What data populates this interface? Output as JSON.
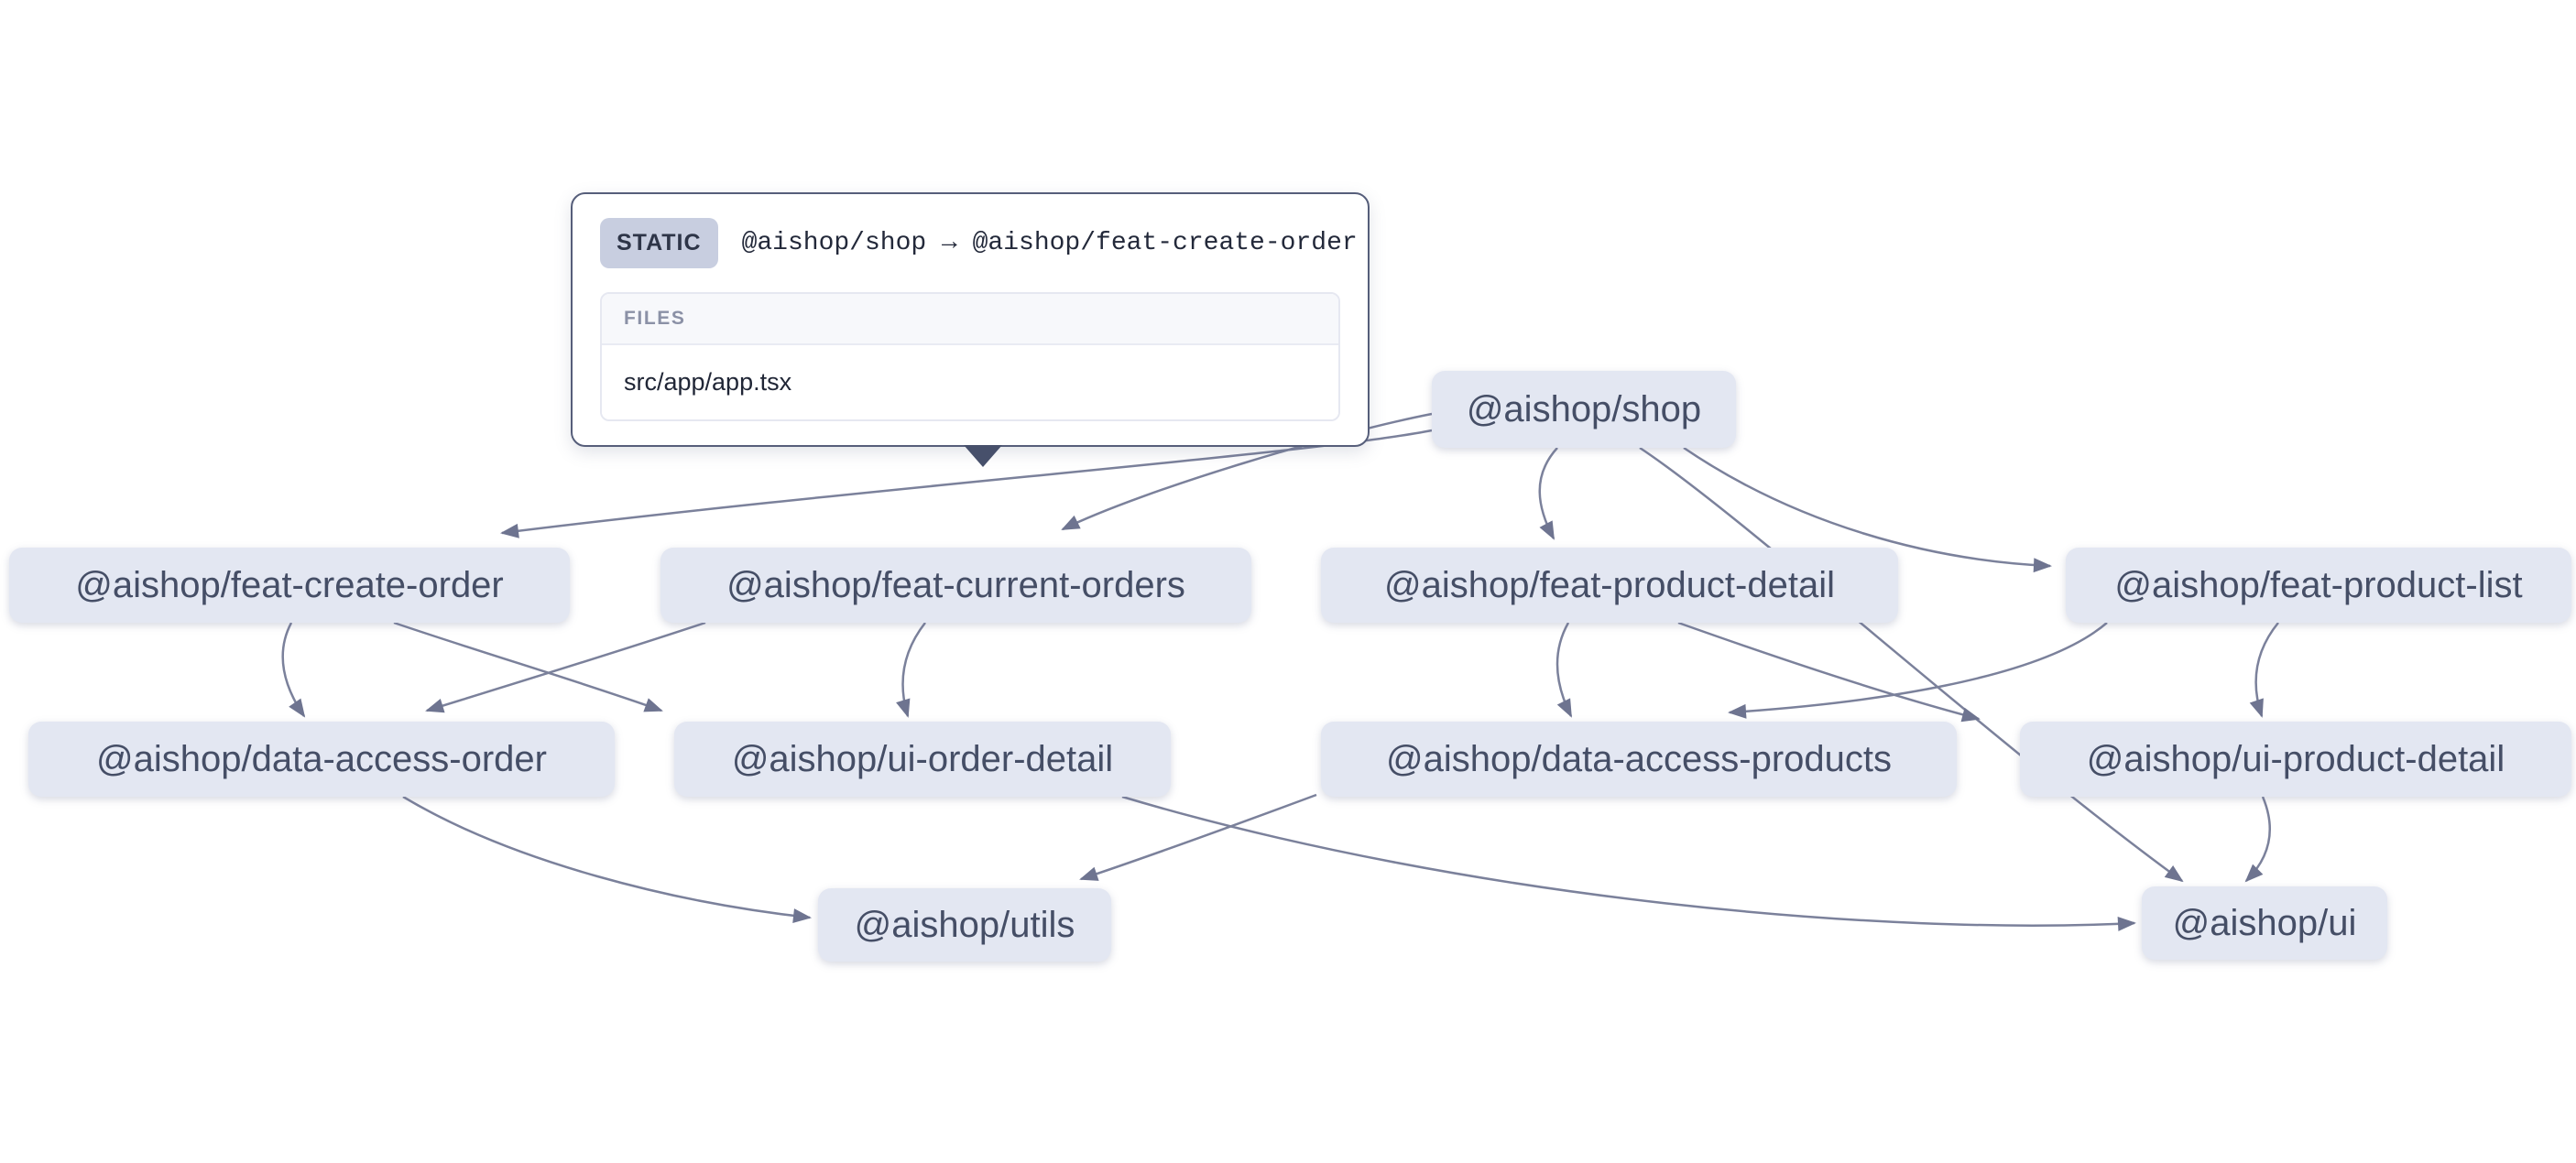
{
  "app": {
    "title": "project dependency graph"
  },
  "colors": {
    "background": "#ffffff",
    "node_bg": "#e3e7f2",
    "node_text": "#454e66",
    "edge": "#7b819b",
    "arrowhead": "#6e7490",
    "tooltip_border": "#565e7a",
    "badge_bg": "#c8cee0",
    "badge_text": "#2e3548",
    "files_header_bg": "#f7f8fb",
    "files_header_text": "#8b91a6"
  },
  "tooltip": {
    "badge": "STATIC",
    "title": "@aishop/shop → @aishop/feat-create-order",
    "files_header": "FILES",
    "files": [
      "src/app/app.tsx"
    ]
  },
  "graph": {
    "nodes": [
      {
        "id": "shop",
        "label": "@aishop/shop"
      },
      {
        "id": "feat-create-order",
        "label": "@aishop/feat-create-order"
      },
      {
        "id": "feat-current-orders",
        "label": "@aishop/feat-current-orders"
      },
      {
        "id": "feat-product-detail",
        "label": "@aishop/feat-product-detail"
      },
      {
        "id": "feat-product-list",
        "label": "@aishop/feat-product-list"
      },
      {
        "id": "data-access-order",
        "label": "@aishop/data-access-order"
      },
      {
        "id": "ui-order-detail",
        "label": "@aishop/ui-order-detail"
      },
      {
        "id": "data-access-products",
        "label": "@aishop/data-access-products"
      },
      {
        "id": "ui-product-detail",
        "label": "@aishop/ui-product-detail"
      },
      {
        "id": "utils",
        "label": "@aishop/utils"
      },
      {
        "id": "ui",
        "label": "@aishop/ui"
      }
    ],
    "edges": [
      {
        "source": "shop",
        "target": "feat-create-order"
      },
      {
        "source": "shop",
        "target": "feat-current-orders"
      },
      {
        "source": "shop",
        "target": "feat-product-detail"
      },
      {
        "source": "shop",
        "target": "feat-product-list"
      },
      {
        "source": "shop",
        "target": "ui"
      },
      {
        "source": "feat-create-order",
        "target": "data-access-order"
      },
      {
        "source": "feat-create-order",
        "target": "ui-order-detail"
      },
      {
        "source": "feat-current-orders",
        "target": "data-access-order"
      },
      {
        "source": "feat-current-orders",
        "target": "ui-order-detail"
      },
      {
        "source": "feat-product-detail",
        "target": "data-access-products"
      },
      {
        "source": "feat-product-detail",
        "target": "ui-product-detail"
      },
      {
        "source": "feat-product-list",
        "target": "data-access-products"
      },
      {
        "source": "feat-product-list",
        "target": "ui-product-detail"
      },
      {
        "source": "data-access-order",
        "target": "utils"
      },
      {
        "source": "data-access-products",
        "target": "utils"
      },
      {
        "source": "ui-order-detail",
        "target": "ui"
      },
      {
        "source": "ui-product-detail",
        "target": "ui"
      }
    ]
  }
}
